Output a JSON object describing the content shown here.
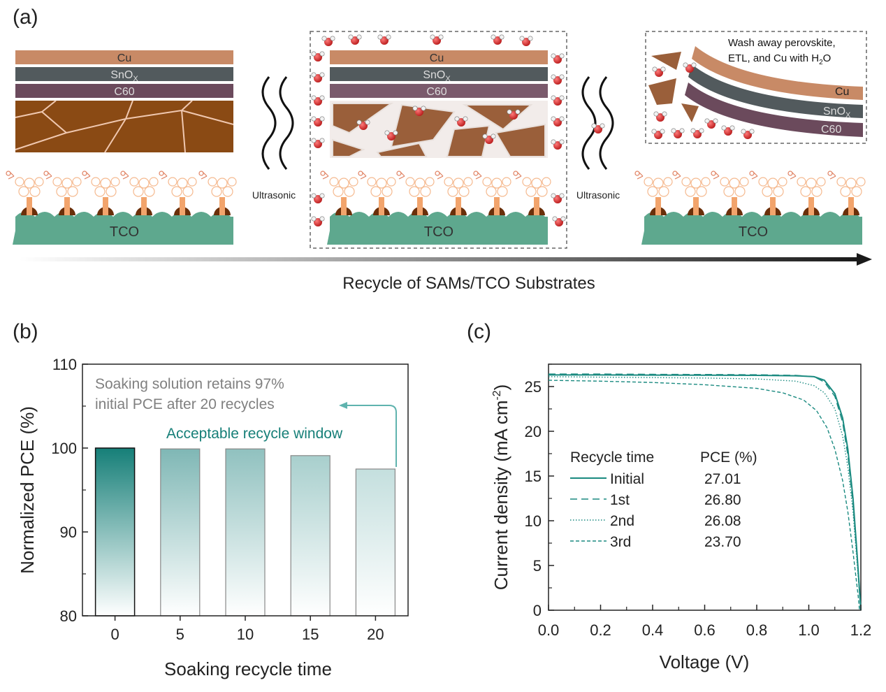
{
  "panel_a": {
    "label": "(a)",
    "layers": {
      "cu": "Cu",
      "snox": "SnO",
      "snox_sub": "X",
      "c60": "C60",
      "tco": "TCO"
    },
    "ultrasonic": "Ultrasonic",
    "wash_text_line1": "Wash away perovskite,",
    "wash_text_line2": "ETL, and Cu with H",
    "wash_text_sub": "2",
    "wash_text_end": "O",
    "arrow_caption": "Recycle of SAMs/TCO Substrates",
    "colors": {
      "cu": "#c88a66",
      "snox": "#525a5d",
      "c60": "#6b4a5c",
      "perovskite": "#8a4a14",
      "tco": "#5ea88e",
      "water_o": "#cc2222"
    }
  },
  "chart_data": [
    {
      "type": "bar",
      "panel_label": "(b)",
      "categories": [
        "0",
        "5",
        "10",
        "15",
        "20"
      ],
      "values": [
        100,
        99.9,
        99.9,
        99.1,
        97.5
      ],
      "xlabel": "Soaking recycle time",
      "ylabel": "Normalized PCE (%)",
      "ylim": [
        80,
        110
      ],
      "yticks": [
        "80",
        "90",
        "100",
        "110"
      ],
      "annotation_line1": "Soaking solution retains 97%",
      "annotation_line2": "initial PCE after 20 recycles",
      "window_label": "Acceptable recycle window",
      "colors": {
        "bar_top": [
          "#167f78",
          "#7fb7b5",
          "#90c1bf",
          "#a8cfcd",
          "#c4dfde"
        ],
        "accent": "#167f78",
        "annotation": "#808080"
      }
    },
    {
      "type": "line",
      "panel_label": "(c)",
      "xlabel": "Voltage (V)",
      "ylabel_main": "Current density (mA cm",
      "ylabel_sup": "-2",
      "ylabel_end": ")",
      "xlim": [
        0,
        1.2
      ],
      "ylim": [
        0,
        27.5
      ],
      "xticks": [
        "0.0",
        "0.2",
        "0.4",
        "0.6",
        "0.8",
        "1.0",
        "1.2"
      ],
      "yticks": [
        "0",
        "5",
        "10",
        "15",
        "20",
        "25"
      ],
      "legend_header_name": "Recycle time",
      "legend_header_value": "PCE (%)",
      "series": [
        {
          "name": "Initial",
          "pce": "27.01",
          "style": "solid",
          "jsc": 26.3,
          "voc": 1.2,
          "knee": 1.06,
          "points": [
            [
              0,
              26.3
            ],
            [
              0.2,
              26.3
            ],
            [
              0.4,
              26.28
            ],
            [
              0.6,
              26.27
            ],
            [
              0.8,
              26.25
            ],
            [
              0.95,
              26.2
            ],
            [
              1.02,
              26.1
            ],
            [
              1.06,
              25.7
            ],
            [
              1.1,
              24.2
            ],
            [
              1.13,
              21.5
            ],
            [
              1.15,
              18.0
            ],
            [
              1.17,
              12.5
            ],
            [
              1.185,
              6.5
            ],
            [
              1.2,
              0
            ]
          ]
        },
        {
          "name": "1st",
          "pce": "26.80",
          "style": "dashed-long",
          "points": [
            [
              0,
              26.4
            ],
            [
              0.2,
              26.4
            ],
            [
              0.4,
              26.37
            ],
            [
              0.6,
              26.35
            ],
            [
              0.8,
              26.32
            ],
            [
              0.95,
              26.25
            ],
            [
              1.02,
              26.1
            ],
            [
              1.06,
              25.5
            ],
            [
              1.1,
              23.9
            ],
            [
              1.13,
              21.0
            ],
            [
              1.15,
              17.3
            ],
            [
              1.17,
              11.8
            ],
            [
              1.185,
              6.0
            ],
            [
              1.2,
              0
            ]
          ]
        },
        {
          "name": "2nd",
          "pce": "26.08",
          "style": "dotted",
          "points": [
            [
              0,
              26.1
            ],
            [
              0.2,
              26.05
            ],
            [
              0.4,
              26.0
            ],
            [
              0.6,
              25.95
            ],
            [
              0.8,
              25.85
            ],
            [
              0.95,
              25.6
            ],
            [
              1.02,
              25.1
            ],
            [
              1.06,
              24.3
            ],
            [
              1.1,
              22.5
            ],
            [
              1.13,
              19.5
            ],
            [
              1.15,
              16.0
            ],
            [
              1.17,
              11.0
            ],
            [
              1.185,
              5.5
            ],
            [
              1.2,
              0
            ]
          ]
        },
        {
          "name": "3rd",
          "pce": "23.70",
          "style": "dashed-short",
          "points": [
            [
              0,
              25.7
            ],
            [
              0.2,
              25.6
            ],
            [
              0.4,
              25.45
            ],
            [
              0.6,
              25.2
            ],
            [
              0.8,
              24.8
            ],
            [
              0.9,
              24.3
            ],
            [
              0.98,
              23.5
            ],
            [
              1.03,
              22.3
            ],
            [
              1.07,
              20.4
            ],
            [
              1.1,
              18.0
            ],
            [
              1.13,
              14.5
            ],
            [
              1.15,
              11.0
            ],
            [
              1.17,
              6.5
            ],
            [
              1.19,
              1.5
            ],
            [
              1.195,
              0
            ]
          ]
        }
      ],
      "colors": {
        "line": "#1a8a80"
      }
    }
  ]
}
